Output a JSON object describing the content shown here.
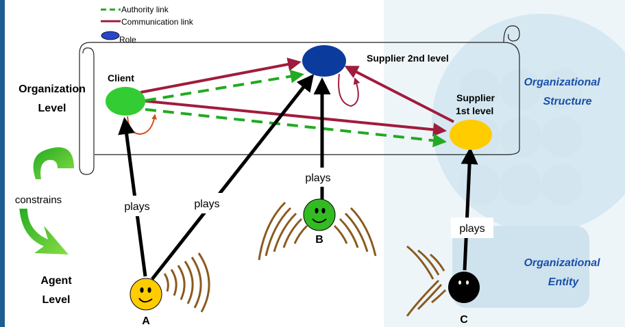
{
  "legend": {
    "authority": "Authority link",
    "communication": "Communication link",
    "role": "Role"
  },
  "levels": {
    "organization_line1": "Organization",
    "organization_line2": "Level",
    "agent_line1": "Agent",
    "agent_line2": "Level",
    "constrains": "constrains"
  },
  "roles": {
    "client": "Client",
    "supplier2": "Supplier 2nd level",
    "supplier1_line1": "Supplier",
    "supplier1_line2": "1st level"
  },
  "plays_label": "plays",
  "agents": {
    "a": "A",
    "b": "B",
    "c": "C"
  },
  "side_labels": {
    "structure_line1": "Organizational",
    "structure_line2": "Structure",
    "entity_line1": "Organizational",
    "entity_line2": "Entity"
  },
  "colors": {
    "authority": "#22aa22",
    "communication": "#a01c3c",
    "client_role": "#33cc33",
    "supplier2_role": "#0b3b9c",
    "supplier1_role": "#ffcc00",
    "plays_arrow": "#000000",
    "side_label": "#1a4fa8",
    "watermark": "#b9d6e6",
    "agent_a": "#ffcc00",
    "agent_b": "#33bb22",
    "agent_c": "#000000",
    "waves": "#8a5a1e"
  }
}
